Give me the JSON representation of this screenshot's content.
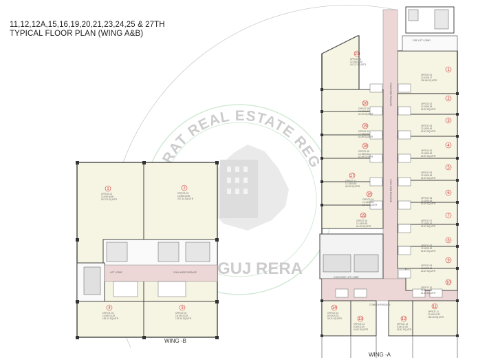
{
  "plan": {
    "title_line1": "11,12,12A,15,16,19,20,21,23,24,25 & 27TH",
    "title_line2": "TYPICAL FLOOR PLAN (WING A&B)",
    "wing_b_label": "WING -B",
    "wing_a_label": "WING -A"
  },
  "watermark": {
    "arc_text": "GUJARAT REAL ESTATE REGULATORY AUTHORITY",
    "bottom_text": "GUJ RERA"
  },
  "wing_a_offices": [
    {
      "no": "21",
      "label": "OFFICE 21",
      "area": "12.18X11.85",
      "sqmt": "142.27 SQ.MTR"
    },
    {
      "no": "1",
      "label": "OFFICE 01",
      "area": "12.42X9.17",
      "sqmt": "130.86 SQ.MTR"
    },
    {
      "no": "20",
      "label": "OFFICE 20",
      "area": "12.18X5.63",
      "sqmt": "62.49 SQ.MTR"
    },
    {
      "no": "2",
      "label": "OFFICE 02",
      "area": "12.18X5.63",
      "sqmt": "62.49 SQ.MTR"
    },
    {
      "no": "19",
      "label": "OFFICE 19",
      "area": "12.18X5.63",
      "sqmt": "62.49 SQ.MTR"
    },
    {
      "no": "3",
      "label": "OFFICE 03",
      "area": "12.18X5.63",
      "sqmt": "62.49 SQ.MTR"
    },
    {
      "no": "18",
      "label": "OFFICE 18",
      "area": "12.18X5.63",
      "sqmt": "62.49 SQ.MTR"
    },
    {
      "no": "4",
      "label": "OFFICE 04",
      "area": "12.18X5.63",
      "sqmt": "62.49 SQ.MTR"
    },
    {
      "no": "17",
      "label": "OFFICE 17",
      "area": "12.18X5.63",
      "sqmt": "66.59 SQ.MTR"
    },
    {
      "no": "5",
      "label": "OFFICE 05",
      "area": "12.18X5.63",
      "sqmt": "62.49 SQ.MTR"
    },
    {
      "no": "16",
      "label": "OFFICE 16",
      "area": "12.18X5.63",
      "sqmt": "62.49 SQ.MTR"
    },
    {
      "no": "6",
      "label": "OFFICE 06",
      "area": "12.18X5.63",
      "sqmt": "62.49 SQ.MTR"
    },
    {
      "no": "15",
      "label": "OFFICE 15",
      "area": "12.18X5.63",
      "sqmt": "62.49 SQ.MTR"
    },
    {
      "no": "7",
      "label": "OFFICE 07",
      "area": "12.18X5.63",
      "sqmt": "62.49 SQ.MTR"
    },
    {
      "no": "8",
      "label": "OFFICE 08",
      "area": "12.18X5.63",
      "sqmt": "62.49 SQ.MTR"
    },
    {
      "no": "9",
      "label": "OFFICE 09",
      "area": "12.18X5.63",
      "sqmt": "62.49 SQ.MTR"
    },
    {
      "no": "10",
      "label": "OFFICE 10",
      "area": "12.18X5.63",
      "sqmt": "61.25 SQ.MTR"
    },
    {
      "no": "14",
      "label": "OFFICE 14",
      "area": "8.91X10.33",
      "sqmt": "96.11 SQ.MTR"
    },
    {
      "no": "13",
      "label": "OFFICE 13",
      "area": "5.26X11.80",
      "sqmt": "62.62 SQ.MTR"
    },
    {
      "no": "12",
      "label": "OFFICE 12",
      "area": "5.26X11.80",
      "sqmt": "62.62 SQ.MTR"
    },
    {
      "no": "11",
      "label": "OFFICE 11",
      "area": "12.18X10.22",
      "sqmt": "128.46 SQ.MTR"
    }
  ],
  "wing_b_offices": [
    {
      "no": "1",
      "label": "OFFICE 01",
      "area": "12.55X16.96",
      "sqmt": "187.03 SQ.MTR"
    },
    {
      "no": "2",
      "label": "OFFICE 02",
      "area": "12.55X16.96",
      "sqmt": "207.34 SQ.MTR"
    },
    {
      "no": "4",
      "label": "OFFICE 04",
      "area": "12.55X10.25",
      "sqmt": "153.14 SQ.MTR"
    },
    {
      "no": "3",
      "label": "OFFICE 03",
      "area": "15.19X10.25",
      "sqmt": "176.30 SQ.MTR"
    }
  ],
  "corridors": {
    "wing_a_vertical": "3.00M WIDE PASSAGE",
    "wing_b_horizontal": "3.00M WIDE PASSAGE",
    "wing_a_lobby": "3.00M WIDE LIFT LOBBY",
    "common_passage": "COMMON PASSAGE",
    "lift_lobby_b": "LIFT LOBBY",
    "fire_lift_lobby": "FIRE LIFT LOBBY"
  }
}
